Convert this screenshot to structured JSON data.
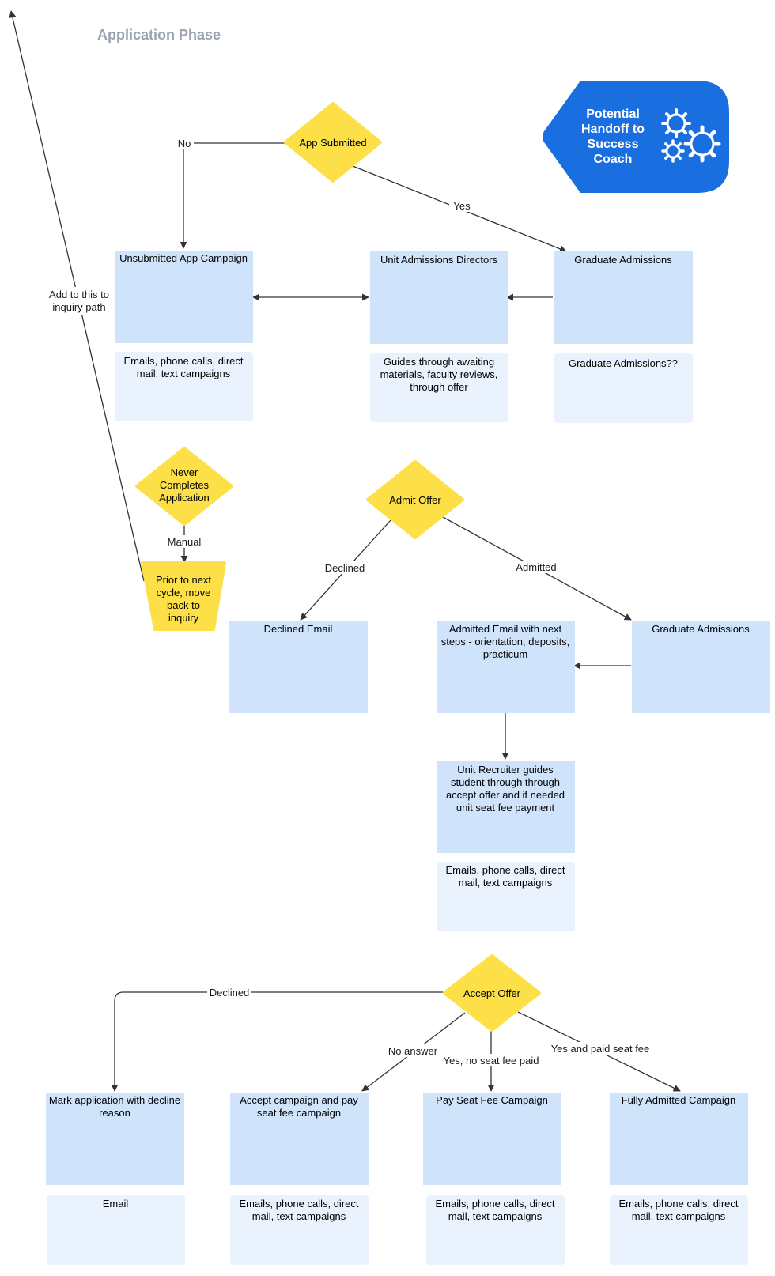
{
  "title": "Application Phase",
  "badge": {
    "text": "Potential Handoff to Success Coach",
    "lines": [
      "Potential",
      "Handoff to",
      "Success",
      "Coach"
    ],
    "icon": "gears-icon",
    "color": "#1a6fe0"
  },
  "colors": {
    "box": "#cfe3fb",
    "note": "#eaf3fd",
    "diamond": "#fde047",
    "line": "#333333"
  },
  "diamonds": {
    "app_submitted": "App Submitted",
    "never_completes": [
      "Never",
      "Completes",
      "Application"
    ],
    "admit_offer": "Admit Offer",
    "accept_offer": "Accept Offer"
  },
  "trapezoid": [
    "Prior to next",
    "cycle, move",
    "back to",
    "inquiry"
  ],
  "boxes": {
    "unsubmitted": "Unsubmitted App Campaign",
    "unit_directors": "Unit Admissions Directors",
    "grad_adm_1": "Graduate Admissions",
    "declined_email": "Declined Email",
    "admitted_email": [
      "Admitted Email with next",
      "steps - orientation, deposits,",
      "practicum"
    ],
    "grad_adm_2": "Graduate Admissions",
    "unit_recruiter": [
      "Unit Recruiter guides",
      "student through through",
      "accept offer and if needed",
      "unit seat fee payment"
    ],
    "mark_decline": [
      "Mark application with decline",
      "reason"
    ],
    "accept_campaign": [
      "Accept campaign and pay",
      "seat fee campaign"
    ],
    "pay_seat_fee": "Pay Seat Fee Campaign",
    "fully_admitted": "Fully Admitted Campaign"
  },
  "notes": {
    "unsubmitted": [
      "Emails, phone calls, direct",
      "mail, text campaigns"
    ],
    "unit_directors": [
      "Guides through awaiting",
      "materials, faculty reviews,",
      "through offer"
    ],
    "grad_adm_1": "Graduate Admissions??",
    "unit_recruiter": [
      "Emails, phone calls, direct",
      "mail, text campaigns"
    ],
    "mark_decline": "Email",
    "accept_campaign": [
      "Emails, phone calls, direct",
      "mail, text campaigns"
    ],
    "pay_seat_fee": [
      "Emails, phone calls, direct",
      "mail, text campaigns"
    ],
    "fully_admitted": [
      "Emails, phone calls, direct",
      "mail, text campaigns"
    ]
  },
  "edge_labels": {
    "no": "No",
    "yes": "Yes",
    "add_inquiry": [
      "Add to this to",
      "inquiry path"
    ],
    "manual": "Manual",
    "declined_1": "Declined",
    "admitted": "Admitted",
    "declined_2": "Declined",
    "no_answer": "No answer",
    "yes_no_fee": "Yes, no seat fee paid",
    "yes_paid": "Yes and paid seat fee"
  }
}
